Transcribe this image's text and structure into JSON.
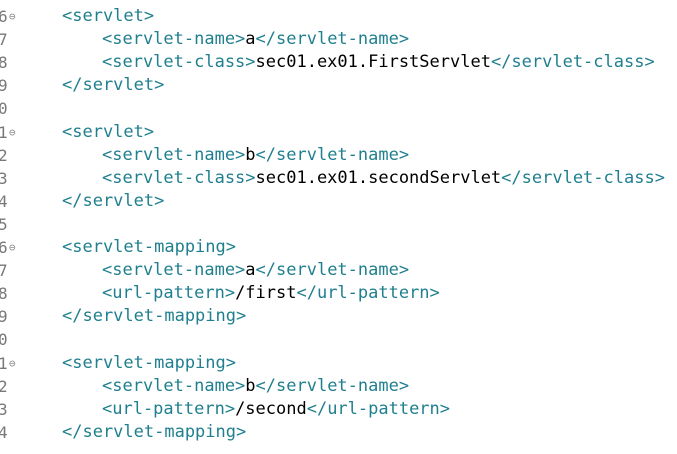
{
  "editor": {
    "lines": [
      {
        "num": "6",
        "fold": true,
        "indent": 1,
        "open": "<servlet>",
        "text": "",
        "close": ""
      },
      {
        "num": "7",
        "fold": false,
        "indent": 2,
        "open": "<servlet-name>",
        "text": "a",
        "close": "</servlet-name>"
      },
      {
        "num": "8",
        "fold": false,
        "indent": 2,
        "open": "<servlet-class>",
        "text": "sec01.ex01.FirstServlet",
        "close": "</servlet-class>"
      },
      {
        "num": "9",
        "fold": false,
        "indent": 1,
        "open": "</servlet>",
        "text": "",
        "close": ""
      },
      {
        "num": "0",
        "fold": false,
        "indent": 0,
        "open": "",
        "text": "",
        "close": ""
      },
      {
        "num": "1",
        "fold": true,
        "indent": 1,
        "open": "<servlet>",
        "text": "",
        "close": ""
      },
      {
        "num": "2",
        "fold": false,
        "indent": 2,
        "open": "<servlet-name>",
        "text": "b",
        "close": "</servlet-name>"
      },
      {
        "num": "3",
        "fold": false,
        "indent": 2,
        "open": "<servlet-class>",
        "text": "sec01.ex01.secondServlet",
        "close": "</servlet-class>"
      },
      {
        "num": "4",
        "fold": false,
        "indent": 1,
        "open": "</servlet>",
        "text": "",
        "close": ""
      },
      {
        "num": "5",
        "fold": false,
        "indent": 0,
        "open": "",
        "text": "",
        "close": ""
      },
      {
        "num": "6",
        "fold": true,
        "indent": 1,
        "open": "<servlet-mapping>",
        "text": "",
        "close": ""
      },
      {
        "num": "7",
        "fold": false,
        "indent": 2,
        "open": "<servlet-name>",
        "text": "a",
        "close": "</servlet-name>"
      },
      {
        "num": "8",
        "fold": false,
        "indent": 2,
        "open": "<url-pattern>",
        "text": "/first",
        "close": "</url-pattern>"
      },
      {
        "num": "9",
        "fold": false,
        "indent": 1,
        "open": "</servlet-mapping>",
        "text": "",
        "close": ""
      },
      {
        "num": "0",
        "fold": false,
        "indent": 0,
        "open": "",
        "text": "",
        "close": ""
      },
      {
        "num": "1",
        "fold": true,
        "indent": 1,
        "open": "<servlet-mapping>",
        "text": "",
        "close": ""
      },
      {
        "num": "2",
        "fold": false,
        "indent": 2,
        "open": "<servlet-name>",
        "text": "b",
        "close": "</servlet-name>"
      },
      {
        "num": "3",
        "fold": false,
        "indent": 2,
        "open": "<url-pattern>",
        "text": "/second",
        "close": "</url-pattern>"
      },
      {
        "num": "4",
        "fold": false,
        "indent": 1,
        "open": "</servlet-mapping>",
        "text": "",
        "close": ""
      }
    ],
    "fold_glyph": "⊖",
    "colors": {
      "tag": "#1f7f8e",
      "text": "#000000",
      "line_number": "#787878",
      "background": "#ffffff"
    }
  }
}
